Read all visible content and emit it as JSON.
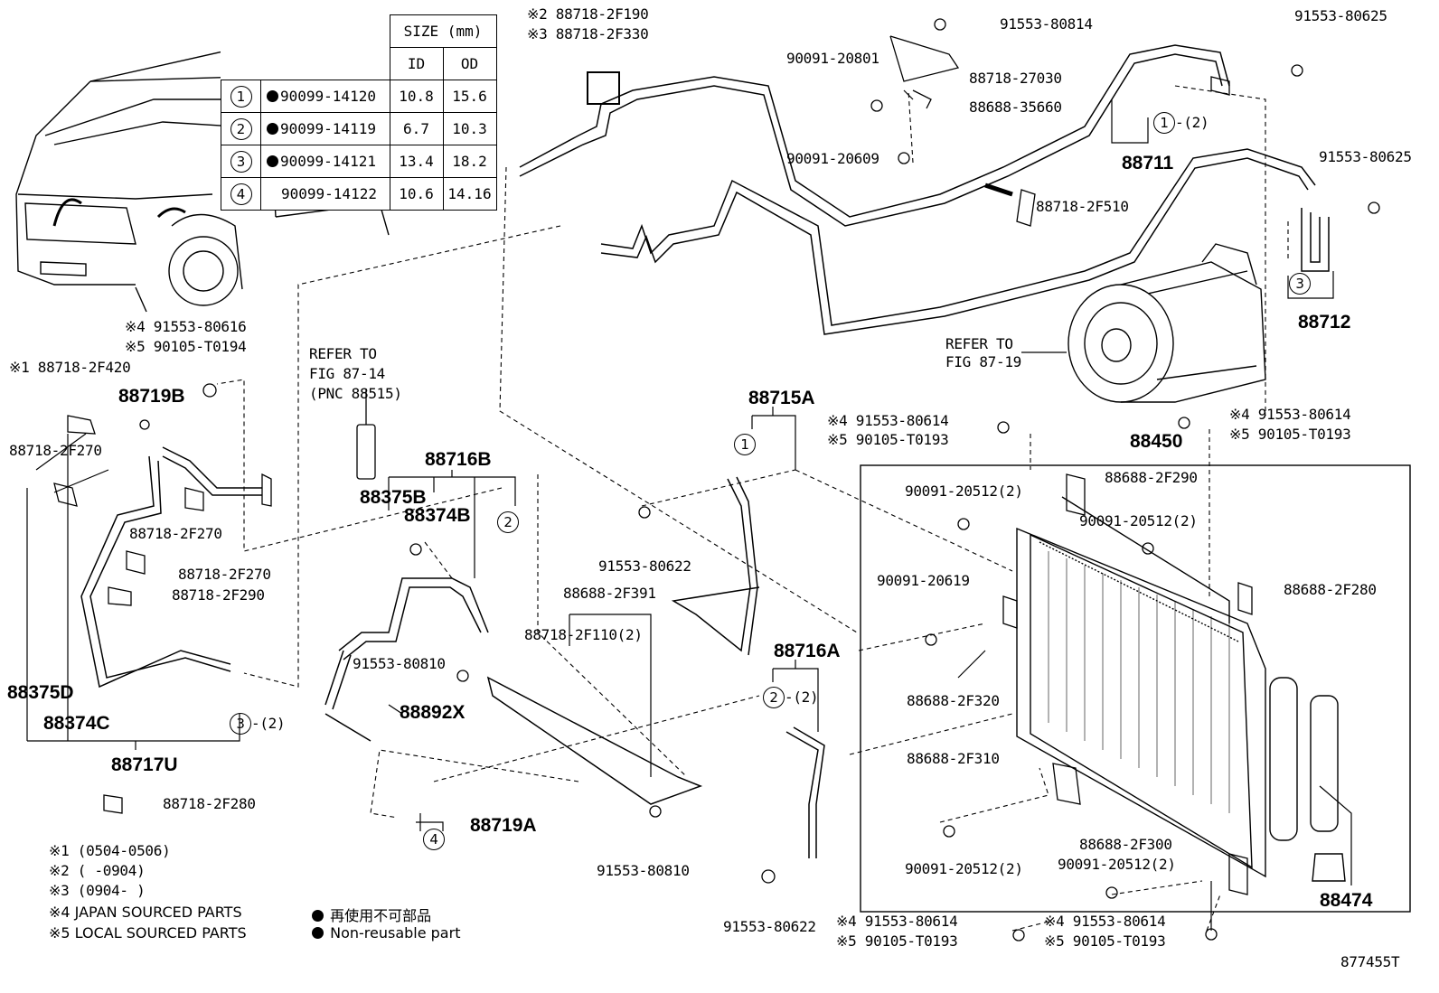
{
  "size_table": {
    "header": "SIZE (mm)",
    "col_id": "ID",
    "col_od": "OD",
    "rows": [
      {
        "ref": "1",
        "part": "90099-14120",
        "id": "10.8",
        "od": "15.6"
      },
      {
        "ref": "2",
        "part": "90099-14119",
        "id": "6.7",
        "od": "10.3"
      },
      {
        "ref": "3",
        "part": "90099-14121",
        "id": "13.4",
        "od": "18.2"
      },
      {
        "ref": "4",
        "part": "90099-14122",
        "id": "10.6",
        "od": "14.16"
      }
    ]
  },
  "labels": {
    "l_2f190": "※2 88718-2F190",
    "l_2f330": "※3 88718-2F330",
    "l_80814": "91553-80814",
    "l_80625a": "91553-80625",
    "l_20801": "90091-20801",
    "l_27030": "88718-27030",
    "l_35660": "88688-35660",
    "l_20609": "90091-20609",
    "l_c1_2": "1",
    "l_c1_2_suf": "-(2)",
    "l_88711": "88711",
    "l_2f510": "88718-2F510",
    "l_80625b": "91553-80625",
    "l_c3a": "3",
    "l_88712": "88712",
    "l_refer19a": "REFER TO",
    "l_refer19b": "FIG 87-19",
    "l_80616": "※4 91553-80616",
    "l_t0194": "※5 90105-T0194",
    "l_2f420": "※1 88718-2F420",
    "l_88719b": "88719B",
    "l_refer14a": "REFER TO",
    "l_refer14b": "FIG 87-14",
    "l_refer14c": "(PNC 88515)",
    "l_2f270a": "88718-2F270",
    "l_2f270b": "88718-2F270",
    "l_2f270c": "88718-2F270",
    "l_2f290": "88718-2F290",
    "l_88716b": "88716B",
    "l_88375b": "88375B",
    "l_88374b": "88374B",
    "l_c2a": "2",
    "l_88715a": "88715A",
    "l_c1b": "1",
    "l_80614a": "※4 91553-80614",
    "l_t0193a": "※5 90105-T0193",
    "l_80614b": "※4 91553-80614",
    "l_t0193b": "※5 90105-T0193",
    "l_88450": "88450",
    "l_20512a": "90091-20512(2)",
    "l_2f290b": "88688-2F290",
    "l_20512b": "90091-20512(2)",
    "l_80622a": "91553-80622",
    "l_20619": "90091-20619",
    "l_2f280a": "88688-2F280",
    "l_2f391": "88688-2F391",
    "l_2f110": "88718-2F110(2)",
    "l_80810a": "91553-80810",
    "l_88892x": "88892X",
    "l_88716a": "88716A",
    "l_c2b": "2",
    "l_c2b_suf": "-(2)",
    "l_2f320": "88688-2F320",
    "l_88375d": "88375D",
    "l_88374c": "88374C",
    "l_c3b": "3",
    "l_c3b_suf": "-(2)",
    "l_88717u": "88717U",
    "l_2f310": "88688-2F310",
    "l_2f280b": "88718-2F280",
    "l_88719a": "88719A",
    "l_c4": "4",
    "l_2f300": "88688-2F300",
    "l_20512c": "90091-20512(2)",
    "l_20512d": "90091-20512(2)",
    "l_80810b": "91553-80810",
    "l_80622b": "91553-80622",
    "l_88474": "88474",
    "l_80614c": "※4 91553-80614",
    "l_t0193c": "※5 90105-T0193",
    "l_80614d": "※4 91553-80614",
    "l_t0193d": "※5 90105-T0193",
    "l_fig": "877455T"
  },
  "notes": {
    "n1": "※1 (0504-0506)",
    "n2": "※2 (      -0904)",
    "n3": "※3 (0904-      )",
    "n4": "※4 JAPAN SOURCED PARTS",
    "n5": "※5 LOCAL SOURCED PARTS",
    "legend_jp": "再使用不可部品",
    "legend_en": "Non-reusable part"
  }
}
